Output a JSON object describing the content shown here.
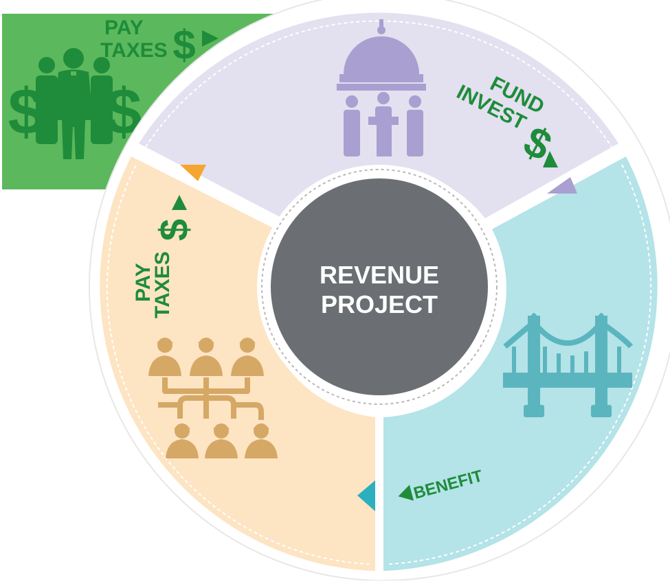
{
  "center": {
    "line1": "REVENUE",
    "line2": "PROJECT"
  },
  "investors": {
    "line1": "PAY",
    "line2": "TAXES",
    "currency": "$"
  },
  "government": {
    "line1": "FUND",
    "line2": "INVEST",
    "currency": "$"
  },
  "public": {
    "line1": "PAY",
    "line2": "TAXES",
    "currency": "$"
  },
  "benefit": {
    "label": "BENEFIT"
  },
  "colors": {
    "green": "#5cb85c",
    "dark_green": "#1e8c3a",
    "lavender": "#e3e0f0",
    "purple": "#a99fd0",
    "cyan": "#b4e3e8",
    "teal": "#5bb5bf",
    "peach": "#fde4c3",
    "tan": "#d5a866",
    "center": "#6b6f73",
    "orange": "#f5a531"
  }
}
